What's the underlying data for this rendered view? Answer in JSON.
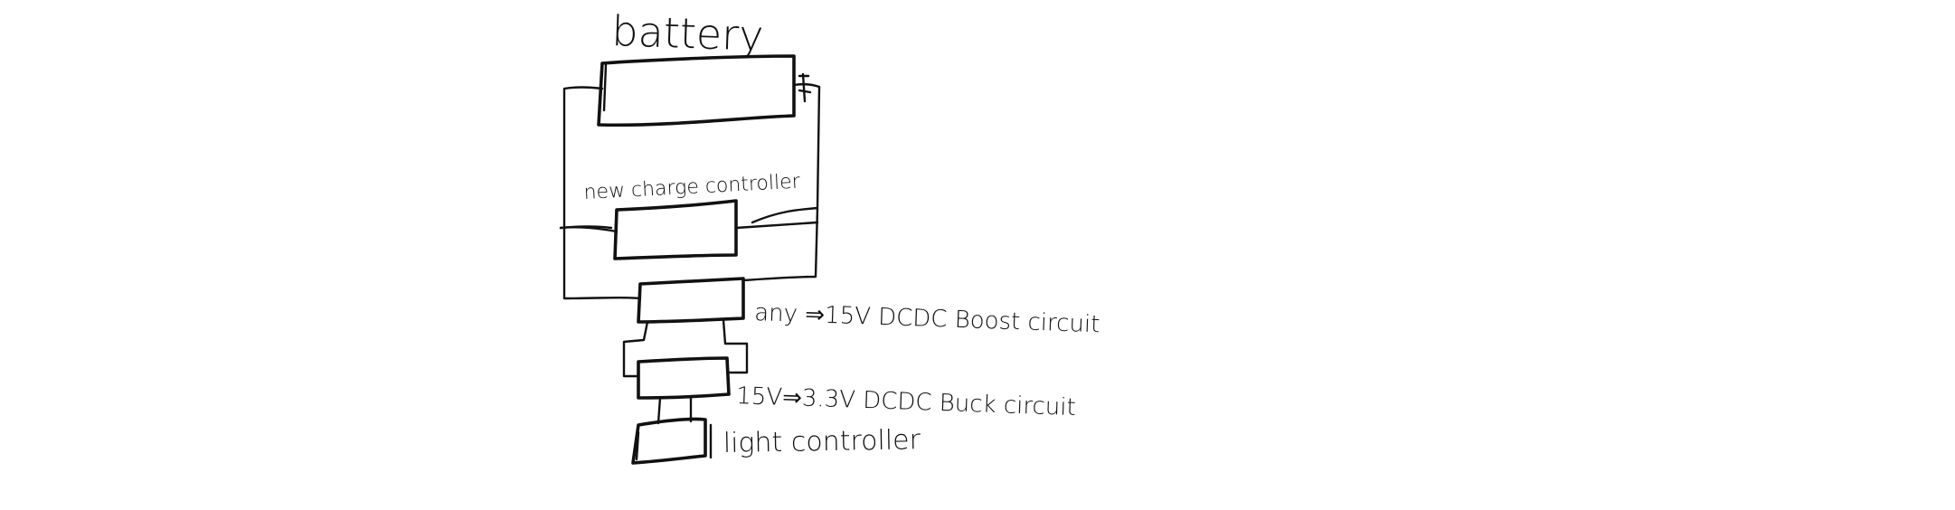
{
  "labels": {
    "battery": "battery",
    "charge_controller": "new charge controller",
    "boost_circuit": "any ⇒15V DCDC Boost circuit",
    "buck_circuit": "15V⇒3.3V DCDC Buck circuit",
    "light_controller": "light controller"
  },
  "colors": {
    "ink": "#111111",
    "background": "#ffffff"
  }
}
